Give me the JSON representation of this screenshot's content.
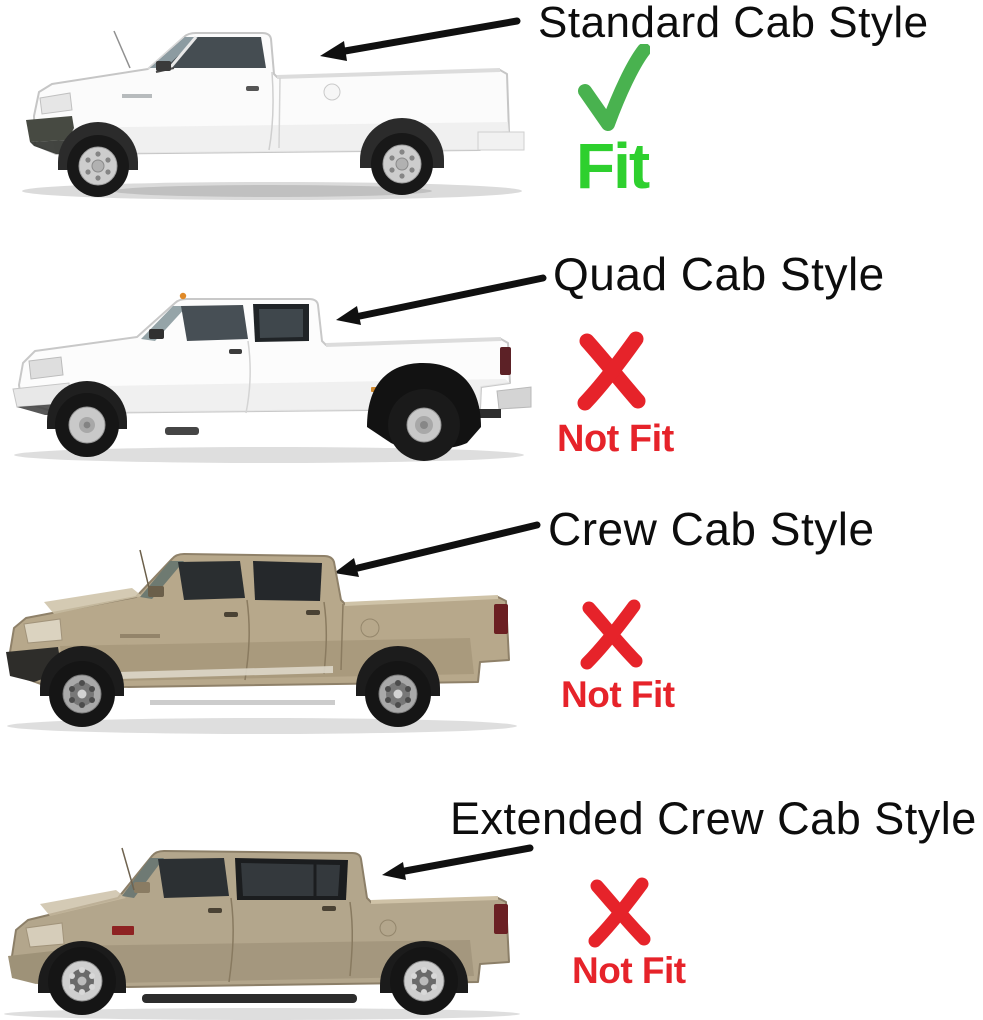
{
  "figure_title": "Truck cab style fitment guide",
  "colors": {
    "background": "#ffffff",
    "label_text": "#0d0d0d",
    "arrow": "#101010",
    "check_green": "#49b24f",
    "fit_text_green": "#2ed02e",
    "x_red": "#e6232a",
    "not_fit_text_red": "#e6232a",
    "white_truck_body": "#fbfbfb",
    "tan_truck_body": "#b6a78b"
  },
  "rows": [
    {
      "label": "Standard Cab Style",
      "verdict": "Fit",
      "fits": true,
      "mark_icon": "green-check-icon",
      "annotation_icon": "left-arrow-icon",
      "truck": "white standard cab pickup, side view facing left"
    },
    {
      "label": "Quad Cab Style",
      "verdict": "Not Fit",
      "fits": false,
      "mark_icon": "red-x-icon",
      "annotation_icon": "left-arrow-icon",
      "truck": "white quad cab dually pickup, side view facing left"
    },
    {
      "label": "Crew Cab Style",
      "verdict": "Not Fit",
      "fits": false,
      "mark_icon": "red-x-icon",
      "annotation_icon": "left-arrow-icon",
      "truck": "tan crew cab pickup, side view facing left"
    },
    {
      "label": "Extended Crew Cab Style",
      "verdict": "Not Fit",
      "fits": false,
      "mark_icon": "red-x-icon",
      "annotation_icon": "left-arrow-icon",
      "truck": "tan extended crew cab pickup, side view facing left"
    }
  ]
}
